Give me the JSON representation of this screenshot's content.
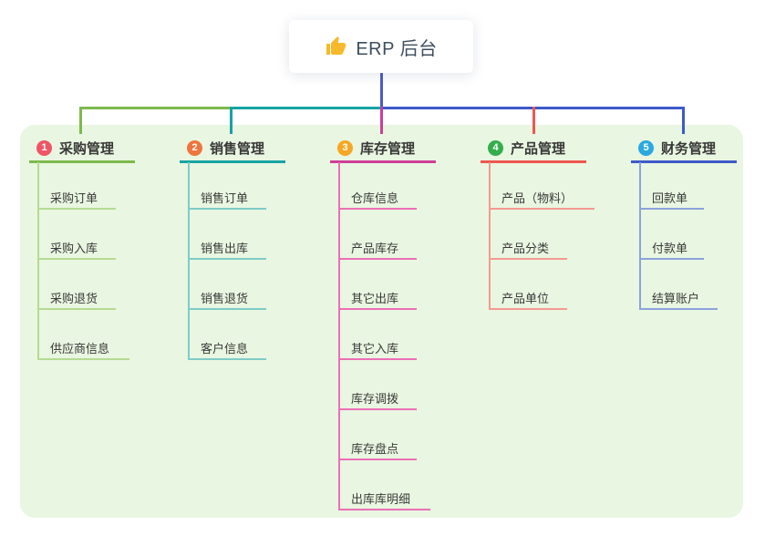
{
  "root": {
    "label": "ERP 后台",
    "icon": "thumbs-up-icon"
  },
  "colors": {
    "panel_bg": "#E9F6E1",
    "trunk": "#4A5BC8",
    "icon_gold": "#F7B92B",
    "text": "#3A3A3A"
  },
  "branches": [
    {
      "number": "1",
      "label": "采购管理",
      "badge_color": "#EE5666",
      "line_color": "#7DB94D",
      "child_line_color": "#B5DB92",
      "children": [
        "采购订单",
        "采购入库",
        "采购退货",
        "供应商信息"
      ]
    },
    {
      "number": "2",
      "label": "销售管理",
      "badge_color": "#F0743F",
      "line_color": "#17A3A3",
      "child_line_color": "#7FCCC9",
      "children": [
        "销售订单",
        "销售出库",
        "销售退货",
        "客户信息"
      ]
    },
    {
      "number": "3",
      "label": "库存管理",
      "badge_color": "#F6A723",
      "line_color": "#CE3E98",
      "child_line_color": "#EC6FB6",
      "children": [
        "仓库信息",
        "产品库存",
        "其它出库",
        "其它入库",
        "库存调拨",
        "库存盘点",
        "出库库明细"
      ]
    },
    {
      "number": "4",
      "label": "产品管理",
      "badge_color": "#35AD4E",
      "line_color": "#EF5750",
      "child_line_color": "#F59A92",
      "children": [
        "产品（物料）",
        "产品分类",
        "产品单位"
      ]
    },
    {
      "number": "5",
      "label": "财务管理",
      "badge_color": "#2AA9E0",
      "line_color": "#3E5AC8",
      "child_line_color": "#8CA2DC",
      "children": [
        "回款单",
        "付款单",
        "结算账户"
      ]
    }
  ]
}
